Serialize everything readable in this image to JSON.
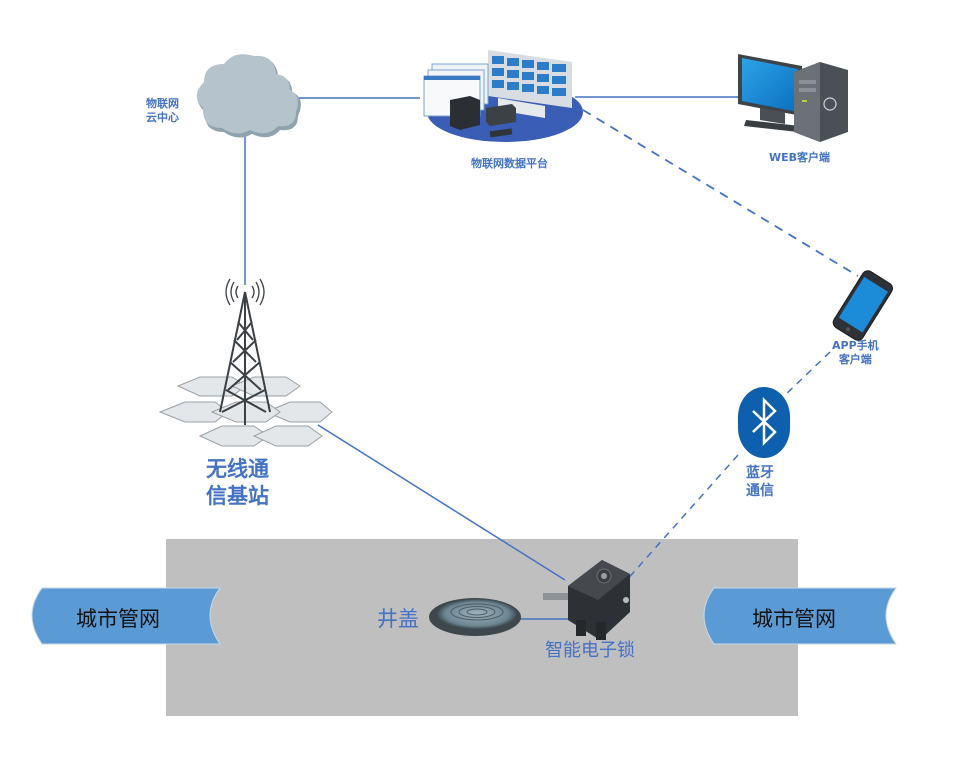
{
  "diagram": {
    "title": "智能井盖物联网系统架构",
    "colors": {
      "accent": "#4472C4",
      "ground": "#BFBFBF",
      "pipe": "#5B9BD5",
      "cloud": "#B4C3CC",
      "platform_base": "#3A5DB5"
    },
    "nodes": {
      "cloud": {
        "label_line1": "物联网",
        "label_line2": "云中心",
        "icon": "cloud-icon"
      },
      "platform": {
        "label": "物联网数据平台",
        "icon": "data-platform-icon"
      },
      "web_client": {
        "label": "WEB客户端",
        "icon": "desktop-computer-icon"
      },
      "app_client": {
        "label_line1": "APP手机",
        "label_line2": "客户端",
        "icon": "smartphone-icon"
      },
      "bluetooth": {
        "label_line1": "蓝牙",
        "label_line2": "通信",
        "icon": "bluetooth-icon"
      },
      "base_station": {
        "label_line1": "无线通",
        "label_line2": "信基站",
        "icon": "cell-tower-icon"
      },
      "manhole_cover": {
        "label": "井盖",
        "icon": "manhole-cover-icon"
      },
      "smart_lock": {
        "label": "智能电子锁",
        "icon": "electronic-lock-icon"
      },
      "pipe_left": {
        "label": "城市管网"
      },
      "pipe_right": {
        "label": "城市管网"
      }
    },
    "edges": [
      {
        "from": "cloud",
        "to": "platform",
        "style": "solid"
      },
      {
        "from": "platform",
        "to": "web_client",
        "style": "solid"
      },
      {
        "from": "cloud",
        "to": "base_station",
        "style": "solid"
      },
      {
        "from": "base_station",
        "to": "smart_lock",
        "style": "solid"
      },
      {
        "from": "manhole_cover",
        "to": "smart_lock",
        "style": "solid"
      },
      {
        "from": "platform",
        "to": "app_client",
        "style": "dashed"
      },
      {
        "from": "app_client",
        "to": "smart_lock",
        "style": "dashed",
        "via": "bluetooth"
      }
    ]
  }
}
